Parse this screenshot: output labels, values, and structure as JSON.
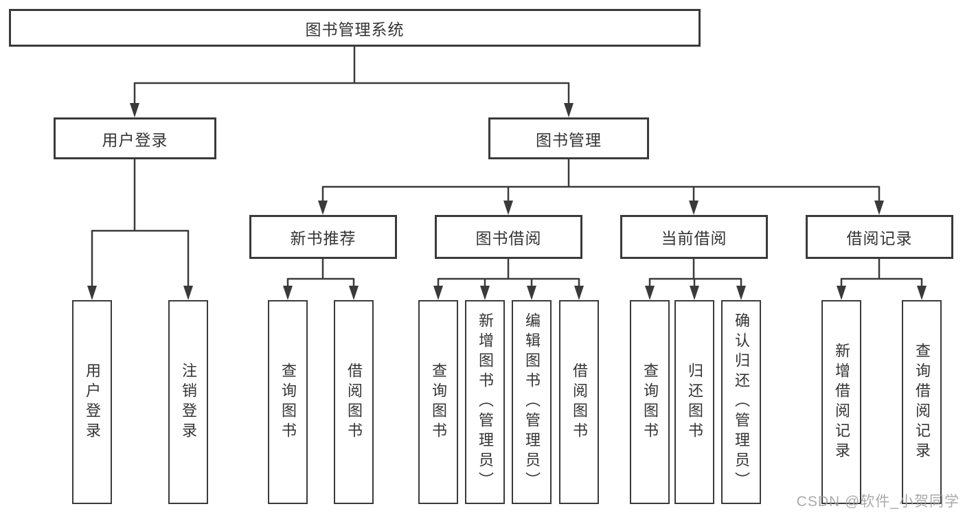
{
  "diagram": {
    "root": "图书管理系统",
    "level2": [
      "用户登录",
      "图书管理"
    ],
    "level3": [
      "新书推荐",
      "图书借阅",
      "当前借阅",
      "借阅记录"
    ],
    "level4": [
      "用户登录",
      "注销登录",
      "查询图书",
      "借阅图书",
      "查询图书",
      "新增图书（管理员）",
      "编辑图书（管理员）",
      "借阅图书",
      "查询图书",
      "归还图书",
      "确认归还（管理员）",
      "新增借阅记录",
      "查询借阅记录"
    ]
  },
  "colors": {
    "line": "#3a3a3a",
    "text": "#343434",
    "background": "#ffffff",
    "watermark": "#9e9e9e"
  },
  "watermark": "CSDN @软件_小贺同学"
}
